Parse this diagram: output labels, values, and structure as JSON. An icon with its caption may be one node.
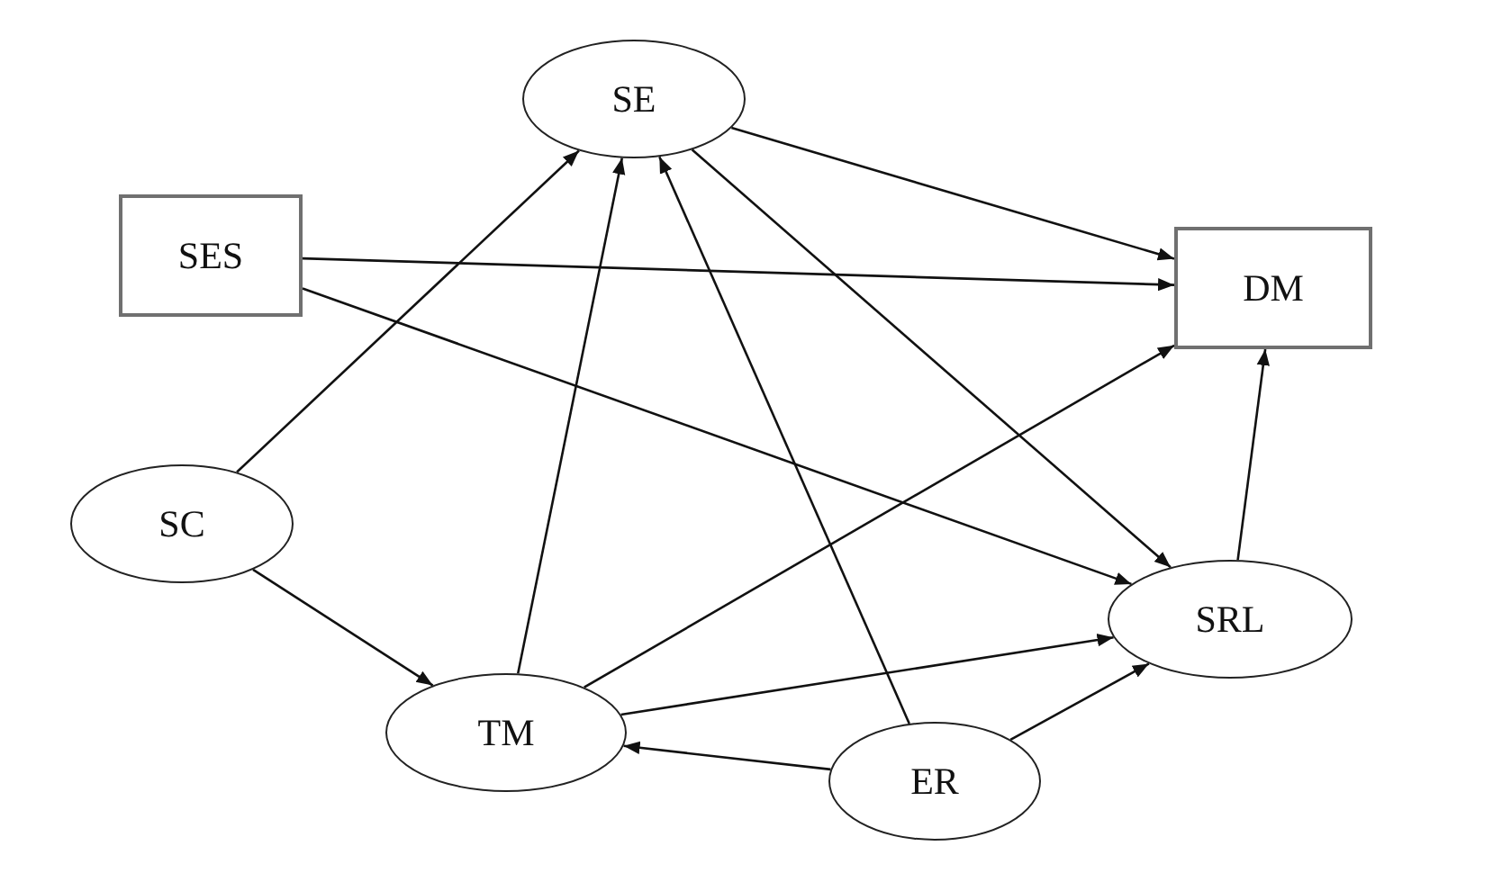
{
  "diagram": {
    "nodes": [
      {
        "text": [
          "SE"
        ]
      },
      {
        "text": [
          "SES"
        ]
      },
      {
        "text": [
          "DM"
        ]
      },
      {
        "text": [
          "SC"
        ]
      },
      {
        "text": [
          "SRL"
        ]
      },
      {
        "text": [
          "TM"
        ]
      },
      {
        "text": [
          "ER"
        ]
      }
    ],
    "edges": [
      {
        "from": 0,
        "to": 2,
        "arrow": "to"
      },
      {
        "from": 1,
        "to": 2,
        "arrow": "to"
      },
      {
        "from": 1,
        "to": 4,
        "arrow": "to"
      },
      {
        "from": 0,
        "to": 4,
        "arrow": "to"
      },
      {
        "from": 3,
        "to": 0,
        "arrow": "to"
      },
      {
        "from": 3,
        "to": 5,
        "arrow": "to"
      },
      {
        "from": 5,
        "to": 0,
        "arrow": "to"
      },
      {
        "from": 5,
        "to": 2,
        "arrow": "to"
      },
      {
        "from": 5,
        "to": 4,
        "arrow": "to"
      },
      {
        "from": 6,
        "to": 0,
        "arrow": "to"
      },
      {
        "from": 6,
        "to": 5,
        "arrow": "to"
      },
      {
        "from": 6,
        "to": 4,
        "arrow": "to"
      },
      {
        "from": 4,
        "to": 2,
        "arrow": "to"
      }
    ]
  }
}
